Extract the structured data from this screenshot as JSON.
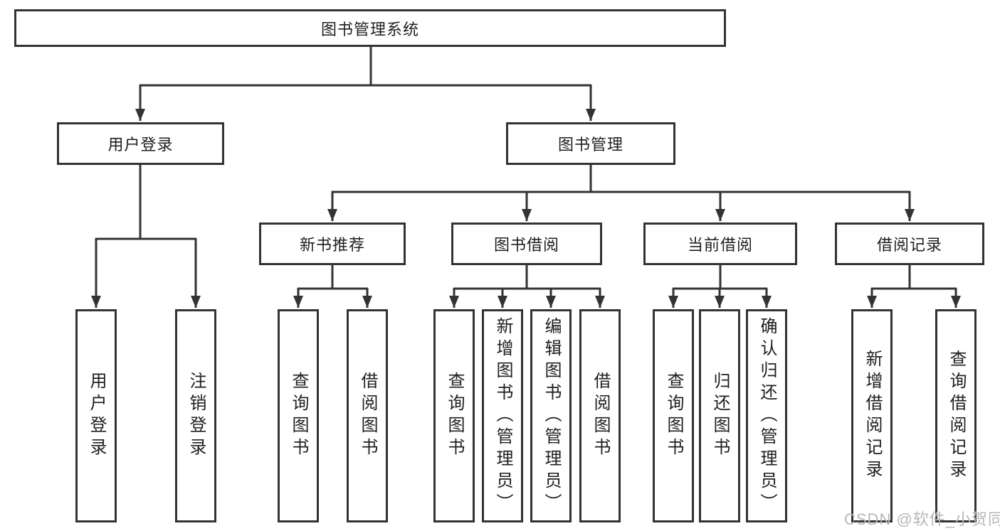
{
  "diagram": {
    "root": {
      "label": "图书管理系统"
    },
    "level2": [
      {
        "label": "用户登录"
      },
      {
        "label": "图书管理"
      }
    ],
    "level3": [
      {
        "label": "新书推荐",
        "parent": "图书管理"
      },
      {
        "label": "图书借阅",
        "parent": "图书管理"
      },
      {
        "label": "当前借阅",
        "parent": "图书管理"
      },
      {
        "label": "借阅记录",
        "parent": "图书管理"
      }
    ],
    "leaves": [
      {
        "label": "用户登录",
        "parent": "用户登录"
      },
      {
        "label": "注销登录",
        "parent": "用户登录"
      },
      {
        "label": "查询图书",
        "parent": "新书推荐"
      },
      {
        "label": "借阅图书",
        "parent": "新书推荐"
      },
      {
        "label": "查询图书",
        "parent": "图书借阅"
      },
      {
        "label": "新增图书（管理员）",
        "parent": "图书借阅"
      },
      {
        "label": "编辑图书（管理员）",
        "parent": "图书借阅"
      },
      {
        "label": "借阅图书",
        "parent": "图书借阅"
      },
      {
        "label": "查询图书",
        "parent": "当前借阅"
      },
      {
        "label": "归还图书",
        "parent": "当前借阅"
      },
      {
        "label": "确认归还（管理员）",
        "parent": "当前借阅"
      },
      {
        "label": "新增借阅记录",
        "parent": "借阅记录"
      },
      {
        "label": "查询借阅记录",
        "parent": "借阅记录"
      }
    ],
    "watermark": "CSDN @软件_小贺同学",
    "colors": {
      "line": "#333333",
      "text": "#1f1f1f",
      "watermark": "#b6b6b6",
      "background": "#ffffff"
    }
  }
}
